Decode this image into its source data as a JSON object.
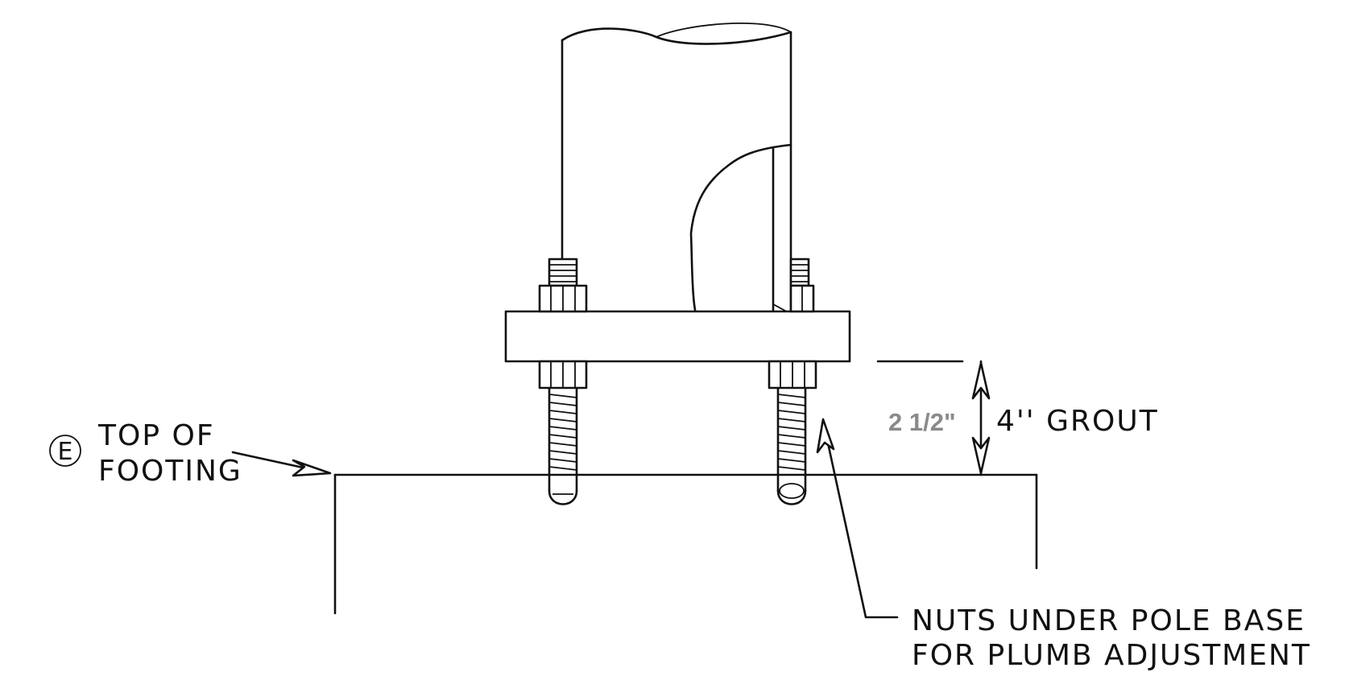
{
  "callout_marker": "E",
  "labels": {
    "top_of_footing_line1": "TOP OF",
    "top_of_footing_line2": "FOOTING",
    "grout_old": "2 1/2\"",
    "grout": "4'' GROUT",
    "nuts_line1": "NUTS UNDER POLE BASE",
    "nuts_line2": "FOR PLUMB ADJUSTMENT"
  },
  "colors": {
    "line": "#111111",
    "background": "#ffffff",
    "superseded_dimension": "#8a8a8a"
  }
}
